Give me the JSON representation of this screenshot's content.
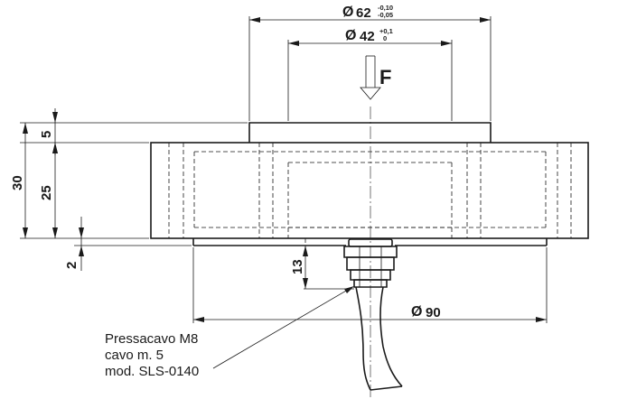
{
  "dimensions": {
    "dia_outer": {
      "symbol": "Ø",
      "value": "62",
      "tol_upper": "-0,10",
      "tol_lower": "-0,05"
    },
    "dia_inner": {
      "symbol": "Ø",
      "value": "42",
      "tol_upper": "+0,1",
      "tol_lower": "0"
    },
    "dia_base": {
      "symbol": "Ø",
      "value": "90"
    },
    "height_total": "30",
    "height_body": "25",
    "height_top": "5",
    "height_bottom": "2",
    "cable_gland_height": "13"
  },
  "force_label": "F",
  "note": {
    "line1": "Pressacavo M8",
    "line2": "cavo m. 5",
    "line3": "mod. SLS-0140"
  }
}
